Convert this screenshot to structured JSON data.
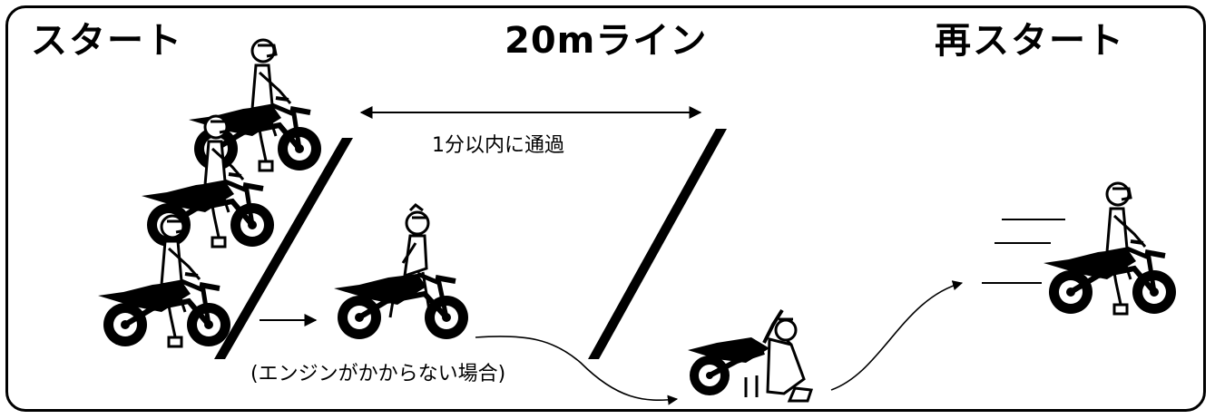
{
  "labels": {
    "start": "スタート",
    "line20m": "20mライン",
    "restart": "再スタート",
    "within_minute": "1分以内に通過",
    "engine_fail": "(エンジンがかからない場合)"
  },
  "colors": {
    "ink": "#000000",
    "paper": "#ffffff"
  },
  "icons": [
    "motorcycle-rider-icon",
    "pushing-rider-icon",
    "kneeling-rider-icon",
    "speed-lines-icon",
    "arrow-icon"
  ]
}
